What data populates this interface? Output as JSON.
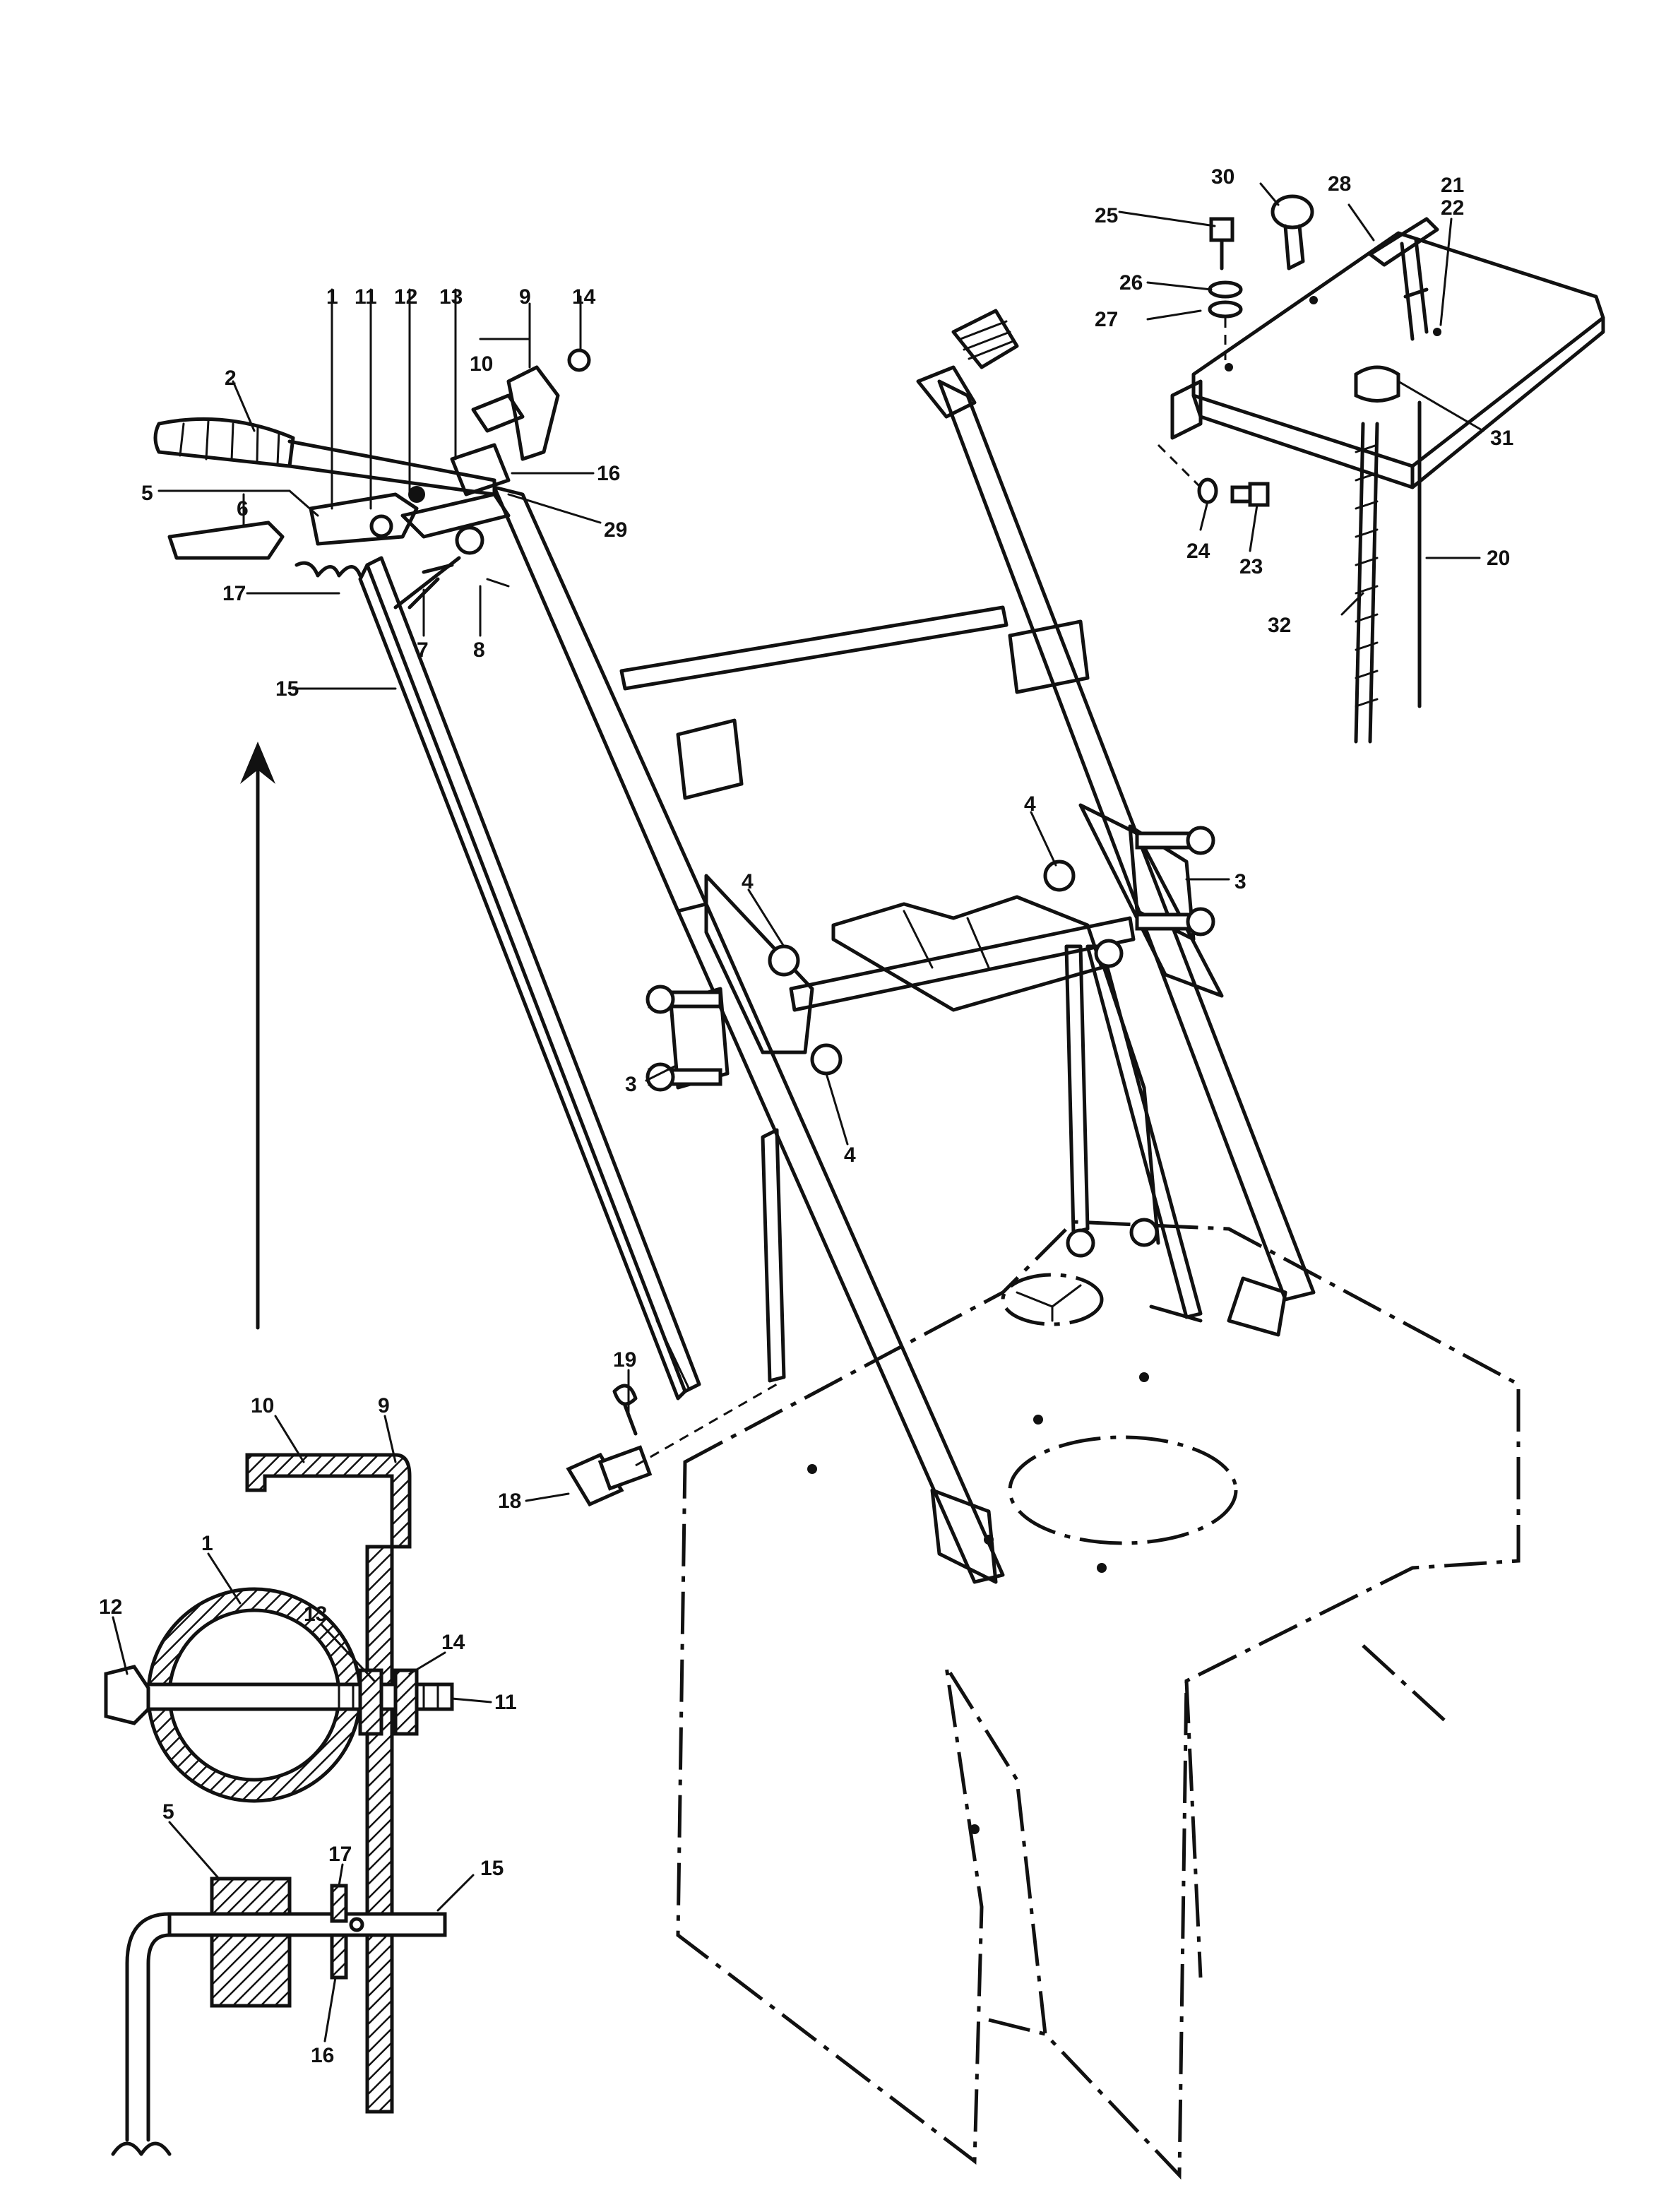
{
  "callouts": [
    {
      "id": "l1",
      "text": "1"
    },
    {
      "id": "l2",
      "text": "2"
    },
    {
      "id": "l3a",
      "text": "3"
    },
    {
      "id": "l3b",
      "text": "3"
    },
    {
      "id": "l4a",
      "text": "4"
    },
    {
      "id": "l4b",
      "text": "4"
    },
    {
      "id": "l4c",
      "text": "4"
    },
    {
      "id": "l5",
      "text": "5"
    },
    {
      "id": "l6",
      "text": "6"
    },
    {
      "id": "l7",
      "text": "7"
    },
    {
      "id": "l8",
      "text": "8"
    },
    {
      "id": "l9",
      "text": "9"
    },
    {
      "id": "l10",
      "text": "10"
    },
    {
      "id": "l11",
      "text": "11"
    },
    {
      "id": "l12",
      "text": "12"
    },
    {
      "id": "l13",
      "text": "13"
    },
    {
      "id": "l14",
      "text": "14"
    },
    {
      "id": "l15",
      "text": "15"
    },
    {
      "id": "l16",
      "text": "16"
    },
    {
      "id": "l17",
      "text": "17"
    },
    {
      "id": "l18",
      "text": "18"
    },
    {
      "id": "l19",
      "text": "19"
    },
    {
      "id": "l20",
      "text": "20"
    },
    {
      "id": "l21",
      "text": "21"
    },
    {
      "id": "l22",
      "text": "22"
    },
    {
      "id": "l23",
      "text": "23"
    },
    {
      "id": "l24",
      "text": "24"
    },
    {
      "id": "l25",
      "text": "25"
    },
    {
      "id": "l26",
      "text": "26"
    },
    {
      "id": "l27",
      "text": "27"
    },
    {
      "id": "l28",
      "text": "28"
    },
    {
      "id": "l29",
      "text": "29"
    },
    {
      "id": "l30",
      "text": "30"
    },
    {
      "id": "l31",
      "text": "31"
    },
    {
      "id": "l32",
      "text": "32"
    }
  ],
  "detail_callouts": [
    {
      "id": "d10",
      "text": "10"
    },
    {
      "id": "d9",
      "text": "9"
    },
    {
      "id": "d1",
      "text": "1"
    },
    {
      "id": "d12",
      "text": "12"
    },
    {
      "id": "d13",
      "text": "13"
    },
    {
      "id": "d14",
      "text": "14"
    },
    {
      "id": "d11",
      "text": "11"
    },
    {
      "id": "d5",
      "text": "5"
    },
    {
      "id": "d17",
      "text": "17"
    },
    {
      "id": "d15",
      "text": "15"
    },
    {
      "id": "d16",
      "text": "16"
    }
  ]
}
